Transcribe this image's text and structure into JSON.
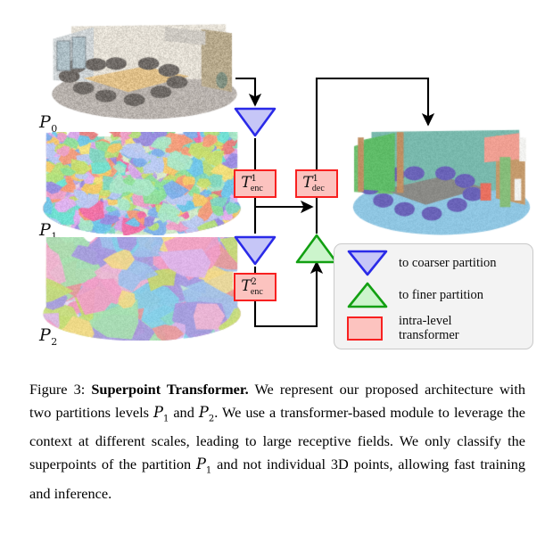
{
  "figure": {
    "panels": [
      {
        "id": "p0",
        "label": "P",
        "sublabel": "0",
        "caption_role": "input rgb point cloud"
      },
      {
        "id": "p1",
        "label": "P",
        "sublabel": "1",
        "caption_role": "fine superpoint partition"
      },
      {
        "id": "p2",
        "label": "P",
        "sublabel": "2",
        "caption_role": "coarse superpoint partition"
      },
      {
        "id": "out",
        "label": "",
        "sublabel": "",
        "caption_role": "semantic segmentation output"
      }
    ],
    "nodes": [
      {
        "id": "down1",
        "type": "to-coarser",
        "shape": "triangle-down",
        "fill": "#c6c6f7",
        "stroke": "#2a2ae8"
      },
      {
        "id": "enc1",
        "type": "transformer",
        "shape": "rect",
        "label_main": "T",
        "label_sup": "1",
        "label_sub": "enc",
        "fill": "#fcc3bf",
        "stroke": "#f82020"
      },
      {
        "id": "down2",
        "type": "to-coarser",
        "shape": "triangle-down",
        "fill": "#c6c6f7",
        "stroke": "#2a2ae8"
      },
      {
        "id": "enc2",
        "type": "transformer",
        "shape": "rect",
        "label_main": "T",
        "label_sup": "2",
        "label_sub": "enc",
        "fill": "#fcc3bf",
        "stroke": "#f82020"
      },
      {
        "id": "dec1",
        "type": "transformer",
        "shape": "rect",
        "label_main": "T",
        "label_sup": "1",
        "label_sub": "dec",
        "fill": "#fcc3bf",
        "stroke": "#f82020"
      },
      {
        "id": "up1",
        "type": "to-finer",
        "shape": "triangle-up",
        "fill": "#ccf5cc",
        "stroke": "#12a012"
      }
    ],
    "legend": {
      "items": [
        {
          "icon": "triangle-down-blue",
          "label": "to coarser partition"
        },
        {
          "icon": "triangle-up-green",
          "label": "to finer partition"
        },
        {
          "icon": "rect-red",
          "label_line1": "intra-level",
          "label_line2": "transformer"
        }
      ]
    }
  },
  "caption": {
    "prefix": "Figure 3:",
    "title": "Superpoint Transformer.",
    "body_1": " We represent our proposed architecture with two partitions levels ",
    "sym_p1": "P",
    "sym_p1_sub": "1",
    "body_2": " and ",
    "sym_p2": "P",
    "sym_p2_sub": "2",
    "body_3": ". We use a transformer-based module to leverage the context at different scales, leading to large receptive fields. We only classify the superpoints of the partition ",
    "sym_p3": "P",
    "sym_p3_sub": "1",
    "body_4": " and not individual 3D points, allowing fast training and inference."
  },
  "colors": {
    "blue_fill": "#c6c6f7",
    "blue_stroke": "#2a2ae8",
    "green_fill": "#ccf5cc",
    "green_stroke": "#12a012",
    "red_fill": "#fcc3bf",
    "red_stroke": "#f82020",
    "wire": "#000000",
    "legend_bg": "#f3f3f3",
    "legend_border": "#c9c9c9"
  }
}
